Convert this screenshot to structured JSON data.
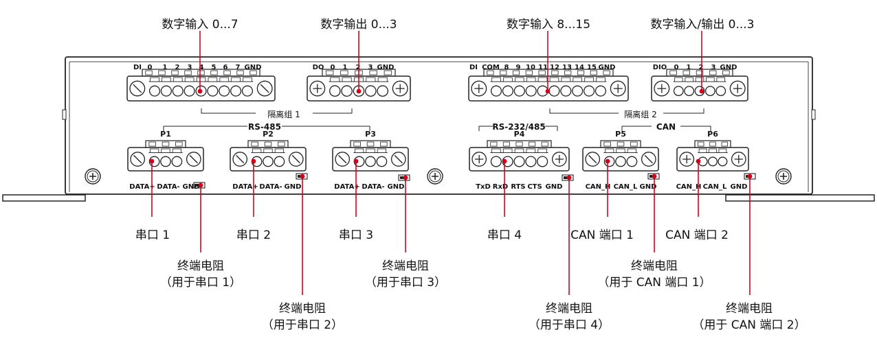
{
  "top_callouts": [
    {
      "id": "di-0-7",
      "text": "数字输入 0...7"
    },
    {
      "id": "do-0-3",
      "text": "数字输出 0...3"
    },
    {
      "id": "di-8-15",
      "text": "数字输入 8...15"
    },
    {
      "id": "dio-0-3",
      "text": "数字输入/输出 0...3"
    }
  ],
  "connectors": {
    "di1": {
      "labels": [
        "DI",
        "0",
        "1",
        "2",
        "3",
        "4",
        "5",
        "6",
        "7",
        "GND"
      ]
    },
    "do": {
      "labels": [
        "DO",
        "0",
        "1",
        "2",
        "3",
        "GND"
      ]
    },
    "di2": {
      "labels": [
        "DI",
        "COM",
        "8",
        "9",
        "10",
        "11",
        "12",
        "13",
        "14",
        "15",
        "GND"
      ]
    },
    "dio": {
      "labels": [
        "DIO",
        "0",
        "1",
        "2",
        "3",
        "GND"
      ]
    }
  },
  "groups": {
    "iso1": "隔离组 1",
    "iso2": "隔离组 2",
    "rs485": "RS-485",
    "rs232": "RS-232/485",
    "can": "CAN"
  },
  "ports": [
    {
      "id": "p1",
      "name": "P1",
      "pins": [
        "DATA+",
        "DATA-",
        "GND"
      ]
    },
    {
      "id": "p2",
      "name": "P2",
      "pins": [
        "DATA+",
        "DATA-",
        "GND"
      ]
    },
    {
      "id": "p3",
      "name": "P3",
      "pins": [
        "DATA+",
        "DATA-",
        "GND"
      ]
    },
    {
      "id": "p4",
      "name": "P4",
      "pins": [
        "TxD",
        "RxD",
        "RTS",
        "CTS",
        "GND"
      ]
    },
    {
      "id": "p5",
      "name": "P5",
      "pins": [
        "CAN_H",
        "CAN_L",
        "GND"
      ]
    },
    {
      "id": "p6",
      "name": "P6",
      "pins": [
        "CAN_H",
        "CAN_L",
        "GND"
      ]
    }
  ],
  "bottom_callouts": {
    "serial1": "串口 1",
    "serial2": "串口 2",
    "serial3": "串口 3",
    "serial4": "串口 4",
    "can1": "CAN 端口 1",
    "can2": "CAN 端口 2",
    "term1": {
      "l1": "终端电阻",
      "l2": "（用于串口 1）"
    },
    "term2": {
      "l1": "终端电阻",
      "l2": "（用于串口 2）"
    },
    "term3": {
      "l1": "终端电阻",
      "l2": "（用于串口 3）"
    },
    "term4": {
      "l1": "终端电阻",
      "l2": "（用于串口 4）"
    },
    "term5": {
      "l1": "终端电阻",
      "l2": "（用于 CAN 端口 1）"
    },
    "term6": {
      "l1": "终端电阻",
      "l2": "（用于 CAN 端口 2）"
    }
  },
  "colors": {
    "leader": "#d0021b",
    "outline": "#222222",
    "panel": "#ffffff"
  }
}
